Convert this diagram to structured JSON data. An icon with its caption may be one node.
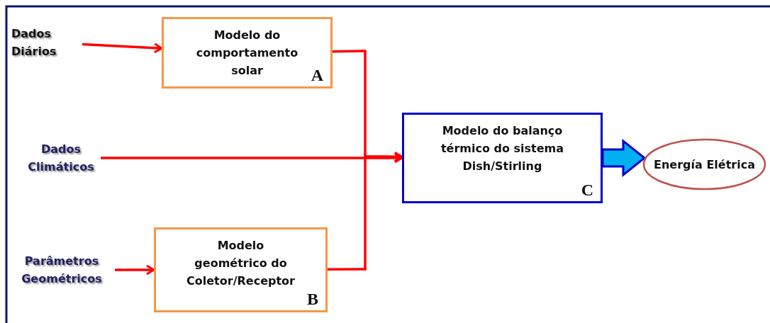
{
  "diagram": {
    "nodes": [
      {
        "text": [
          "Dados Diários"
        ]
      },
      {
        "text": [
          "Modelo do comportamento solar",
          "A"
        ]
      },
      {
        "text": [
          "Dados Climáticos"
        ]
      },
      {
        "text": [
          "Modelo do balanço térmico do sistema Dish/Stirling",
          "C"
        ]
      },
      {
        "text": [
          "Energía Elétrica"
        ]
      },
      {
        "text": [
          "Parâmetros Geométricos"
        ]
      },
      {
        "text": [
          "Modelo geométrico do Coletor/Receptor",
          "B"
        ]
      }
    ],
    "edges": [
      {
        "from": 0,
        "to": 1,
        "arrow": "to"
      },
      {
        "from": 1,
        "to": 3,
        "arrow": "to"
      },
      {
        "from": 2,
        "to": 3,
        "arrow": "to"
      },
      {
        "from": 6,
        "to": 3,
        "arrow": "to"
      },
      {
        "from": 5,
        "to": 6,
        "arrow": "to"
      },
      {
        "from": 3,
        "to": 4,
        "arrow": "to",
        "style": "thick",
        "color": "#00b0f0"
      }
    ]
  }
}
